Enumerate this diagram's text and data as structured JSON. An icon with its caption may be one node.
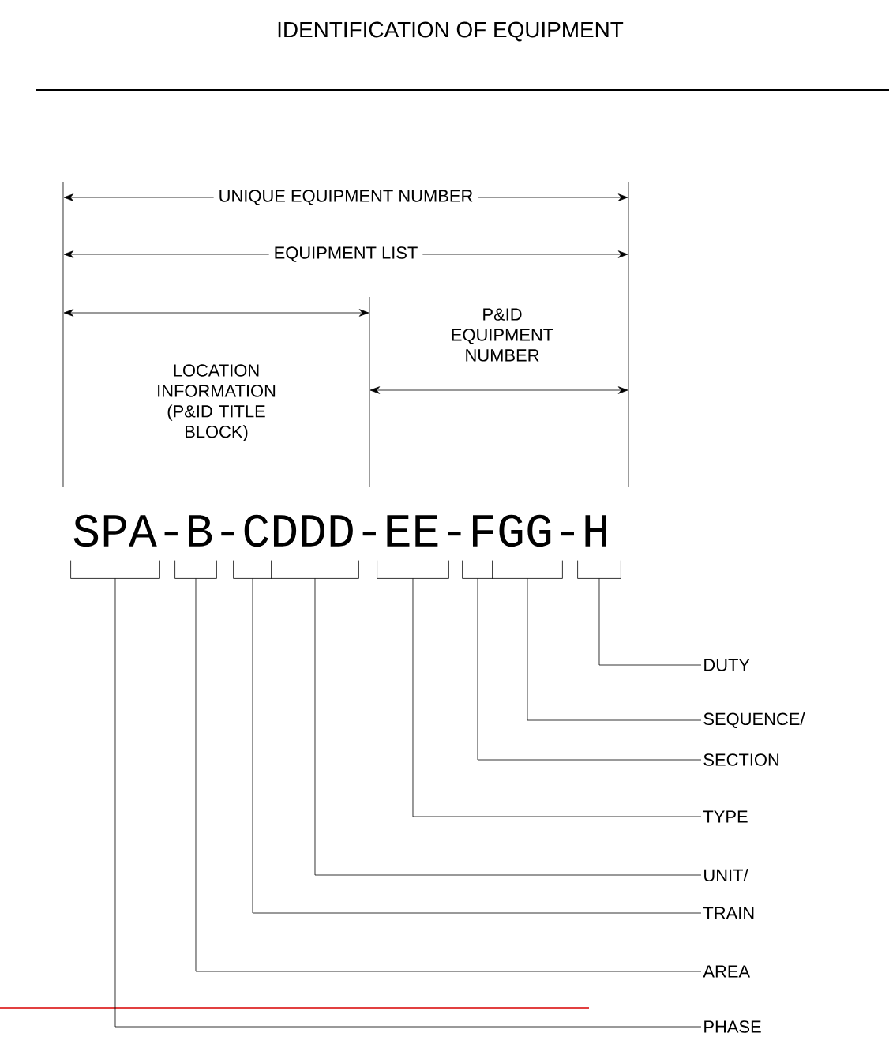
{
  "diagram": {
    "title": "IDENTIFICATION OF EQUIPMENT",
    "nodes": [
      {
        "text": [
          "DUTY"
        ]
      },
      {
        "text": [
          "SEQUENCE/"
        ]
      },
      {
        "text": [
          "SECTION"
        ]
      },
      {
        "text": [
          "TYPE"
        ]
      },
      {
        "text": [
          "UNIT/"
        ]
      },
      {
        "text": [
          "TRAIN"
        ]
      },
      {
        "text": [
          "AREA"
        ]
      },
      {
        "text": [
          "PHASE"
        ]
      },
      {
        "text": [],
        "shape": "bracket"
      },
      {
        "text": [],
        "shape": "bracket"
      },
      {
        "text": [],
        "shape": "bracket"
      },
      {
        "text": [],
        "shape": "bracket"
      },
      {
        "text": [],
        "shape": "bracket"
      },
      {
        "text": [],
        "shape": "bracket"
      },
      {
        "text": [],
        "shape": "bracket"
      },
      {
        "text": [],
        "shape": "bracket"
      }
    ],
    "edges": [
      {
        "from": 0,
        "to": 15,
        "arrow": "none"
      },
      {
        "from": 1,
        "to": 14,
        "arrow": "none"
      },
      {
        "from": 2,
        "to": 13,
        "arrow": "none"
      },
      {
        "from": 3,
        "to": 12,
        "arrow": "none"
      },
      {
        "from": 4,
        "to": 11,
        "arrow": "none"
      },
      {
        "from": 5,
        "to": 10,
        "arrow": "none"
      },
      {
        "from": 6,
        "to": 9,
        "arrow": "none"
      },
      {
        "from": 7,
        "to": 8,
        "arrow": "none"
      }
    ],
    "labels": [
      "UNIQUE EQUIPMENT NUMBER",
      "EQUIPMENT LIST",
      "LOCATION INFORMATION (P&ID TITLE BLOCK)",
      "P&ID EQUIPMENT NUMBER",
      "SPA-B-CDDD-EE-FGG-H"
    ]
  }
}
